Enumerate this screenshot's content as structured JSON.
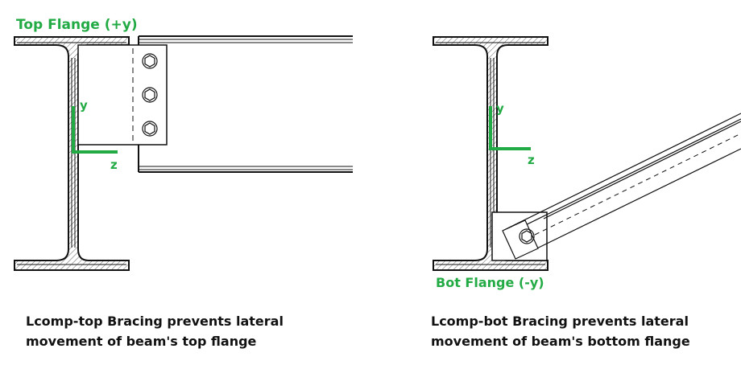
{
  "left_panel": {
    "flange_label": "Top Flange (+y)",
    "axis_y": "y",
    "axis_z": "z",
    "caption_line1": "Lcomp-top Bracing prevents lateral",
    "caption_line2": "movement of beam's top flange"
  },
  "right_panel": {
    "flange_label": "Bot Flange (-y)",
    "axis_y": "y",
    "axis_z": "z",
    "caption_line1": "Lcomp-bot Bracing prevents lateral",
    "caption_line2": "movement of beam's bottom flange"
  },
  "colors": {
    "label": "#22aa44",
    "line": "#111111",
    "hatch": "#666666"
  }
}
